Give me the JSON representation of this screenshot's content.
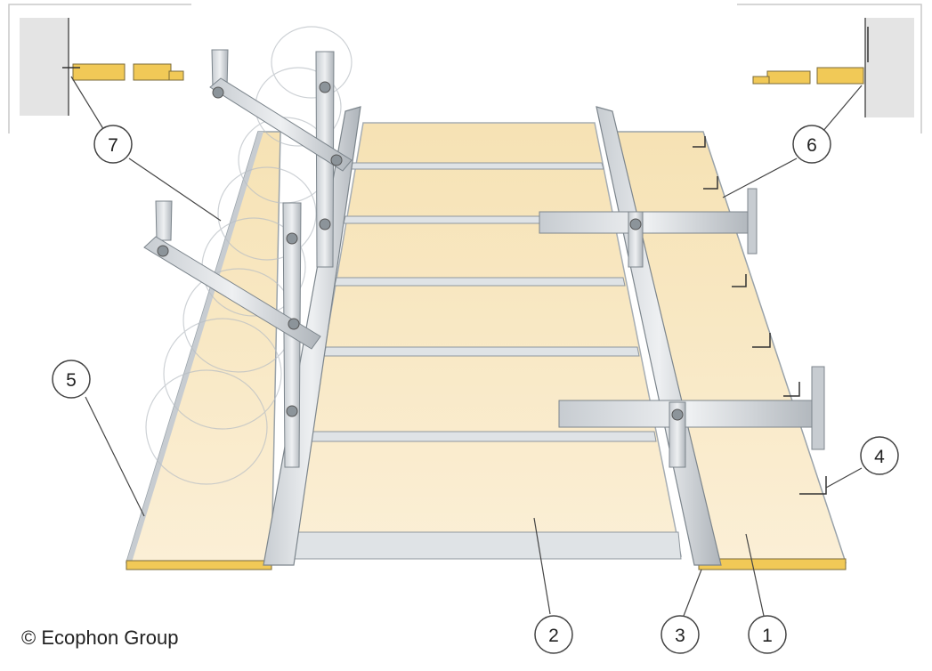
{
  "diagram": {
    "callouts": [
      "7",
      "6",
      "5",
      "4",
      "2",
      "3",
      "1"
    ],
    "copyright": "© Ecophon Group"
  }
}
